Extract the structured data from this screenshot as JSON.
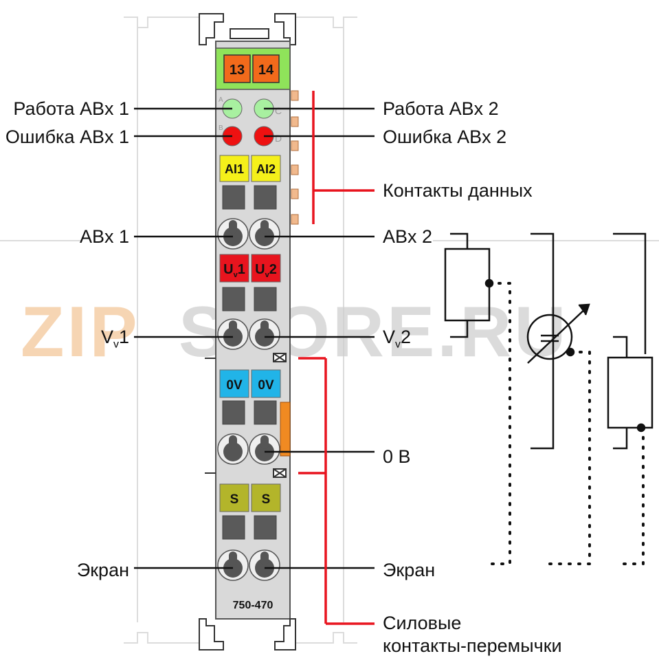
{
  "module": {
    "model_label": "750-470",
    "top_connector": [
      "13",
      "14"
    ],
    "led_letters": [
      "A",
      "C",
      "B",
      "D"
    ],
    "terminal_rows": [
      [
        "AI1",
        "AI2"
      ],
      [
        "U",
        "U"
      ],
      [
        "0V",
        "0V"
      ],
      [
        "S",
        "S"
      ]
    ],
    "uv_suffix": [
      "1",
      "2"
    ],
    "uv_sub": "v"
  },
  "labels": {
    "run_1": "Работа ABx 1",
    "error_1": "Ошибка ABx 1",
    "run_2": "Работа ABx 2",
    "error_2": "Ошибка ABx 2",
    "data_contacts": "Контакты данных",
    "abx1": "ABx 1",
    "abx2": "ABx 2",
    "vv1_main": "V",
    "vv1_sub": "v",
    "vv1_num": "1",
    "vv2_main": "V",
    "vv2_sub": "v",
    "vv2_num": "2",
    "zero_v": "0 B",
    "shield_left": "Экран",
    "shield_right": "Экран",
    "power_line1": "Силовые",
    "power_line2": "контакты-перемычки"
  },
  "watermark": "ZIPSTORE.RU",
  "colors": {
    "module_body": "#d9d9d9",
    "connector_green": "#8fe35a",
    "connector_orange": "#f26a1b",
    "led_green": "#a8f0a0",
    "led_red": "#ee1111",
    "ai_yellow": "#f5f01a",
    "uv_red": "#e8141e",
    "zero_v_cyan": "#21b4e8",
    "shield_olive": "#b3b52a",
    "bracket_red": "#e8141e"
  }
}
